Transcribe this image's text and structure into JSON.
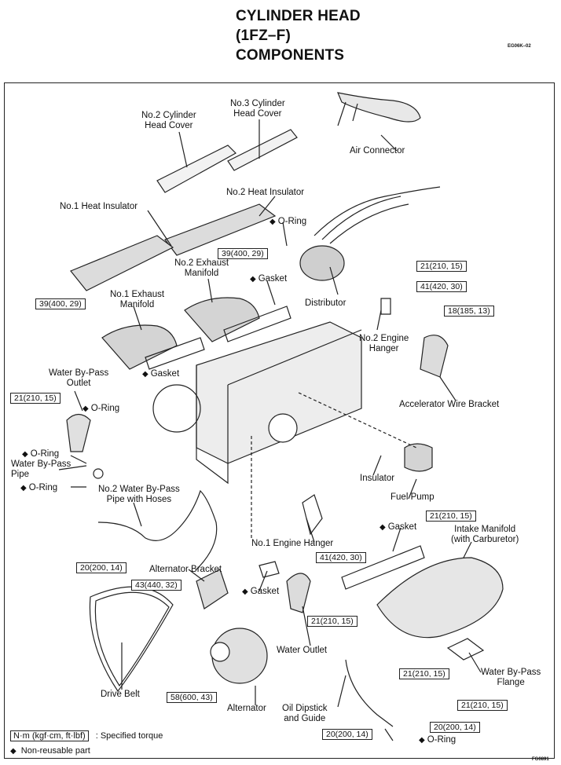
{
  "title": {
    "line1": "CYLINDER HEAD",
    "line2": "(1FZ–F)",
    "line3": "COMPONENTS"
  },
  "codes": {
    "top": "EG06K–02",
    "bottom": "FG0891"
  },
  "labels": {
    "cover2": [
      "No.2 Cylinder",
      "Head Cover"
    ],
    "cover3": [
      "No.3 Cylinder",
      "Head Cover"
    ],
    "air_connector": "Air Connector",
    "heat_ins1": "No.1 Heat Insulator",
    "heat_ins2": "No.2 Heat Insulator",
    "oring_top": "O-Ring",
    "exh_man2": [
      "No.2 Exhaust",
      "Manifold"
    ],
    "gasket_exh2": "Gasket",
    "distributor": "Distributor",
    "exh_man1": [
      "No.1 Exhaust",
      "Manifold"
    ],
    "engine_hanger2": [
      "No.2 Engine",
      "Hanger"
    ],
    "gasket_exh1": "Gasket",
    "accel_bracket": "Accelerator Wire Bracket",
    "wbp_outlet": [
      "Water By-Pass",
      "Outlet"
    ],
    "oring_wbp": "O-Ring",
    "oring_wbp2": "O-Ring",
    "wbp_pipe": [
      "Water By-Pass",
      "Pipe"
    ],
    "oring_wbp3": "O-Ring",
    "wbp2": [
      "No.2 Water By-Pass",
      "Pipe with Hoses"
    ],
    "insulator": "Insulator",
    "fuel_pump": "Fuel Pump",
    "engine_hanger1": "No.1 Engine Hanger",
    "gasket_intake": "Gasket",
    "intake_manifold": [
      "Intake Manifold",
      "(with Carburetor)"
    ],
    "alt_bracket": "Alternator Bracket",
    "gasket_wo": "Gasket",
    "water_outlet": "Water Outlet",
    "drive_belt": "Drive Belt",
    "alternator": "Alternator",
    "dipstick": [
      "Oil Dipstick",
      "and Guide"
    ],
    "wbp_flange": [
      "Water By-Pass",
      "Flange"
    ],
    "oring_bottom": "O-Ring"
  },
  "torques": {
    "t1": "21(210, 15)",
    "t2": "41(420, 30)",
    "t3": "39(400, 29)",
    "t4": "39(400, 29)",
    "t5": "18(185, 13)",
    "t6": "21(210, 15)",
    "t7": "21(210, 15)",
    "t8": "41(420, 30)",
    "t9": "20(200, 14)",
    "t10": "43(440, 32)",
    "t11": "21(210, 15)",
    "t12": "21(210, 15)",
    "t13": "21(210, 15)",
    "t14": "58(600, 43)",
    "t15": "20(200, 14)",
    "t16": "20(200, 14)"
  },
  "legend": {
    "torque_unit": "N·m (kgf·cm, ft·lbf)",
    "torque_text": ": Specified torque",
    "nonreuse_text": "Non-reusable part"
  }
}
